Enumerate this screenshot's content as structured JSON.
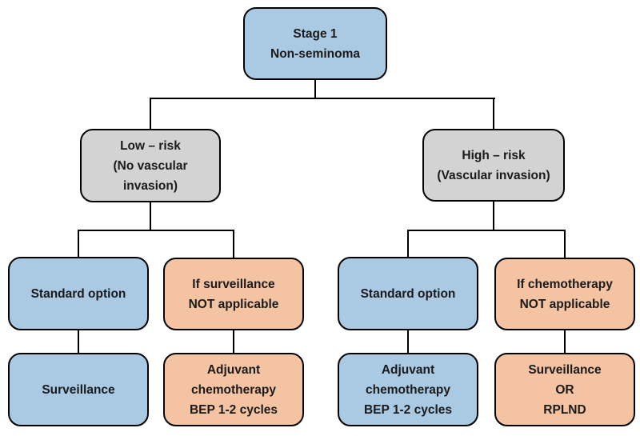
{
  "title": "Stage 1 Non-seminoma treatment decision flowchart",
  "palette": {
    "blue": "#aac9e3",
    "gray": "#d3d3d3",
    "orange": "#f4c3a1",
    "border": "#000000",
    "text": "#1a1a1a",
    "line": "#000000",
    "background": "#ffffff"
  },
  "nodes": {
    "stage1": {
      "text": "Stage 1\nNon-seminoma",
      "color": "blue"
    },
    "low_risk": {
      "text": "Low – risk\n(No vascular\ninvasion)",
      "color": "gray"
    },
    "high_risk": {
      "text": "High – risk\n(Vascular invasion)",
      "color": "gray"
    },
    "low_standard": {
      "text": "Standard option",
      "color": "blue"
    },
    "low_alt": {
      "text": "If surveillance\nNOT applicable",
      "color": "orange"
    },
    "high_standard": {
      "text": "Standard option",
      "color": "blue"
    },
    "high_alt": {
      "text": "If chemotherapy\nNOT applicable",
      "color": "orange"
    },
    "low_standard_tx": {
      "text": "Surveillance",
      "color": "blue"
    },
    "low_alt_tx": {
      "text": "Adjuvant\nchemotherapy\nBEP 1-2 cycles",
      "color": "orange"
    },
    "high_standard_tx": {
      "text": "Adjuvant\nchemotherapy\nBEP 1-2 cycles",
      "color": "blue"
    },
    "high_alt_tx": {
      "text": "Surveillance\nOR\nRPLND",
      "color": "orange"
    }
  }
}
